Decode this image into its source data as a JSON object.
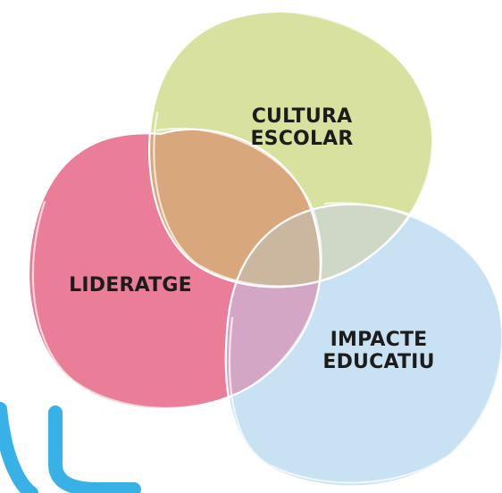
{
  "diagram": {
    "type": "venn",
    "circles": [
      {
        "id": "cultura",
        "lines": [
          "CULTURA",
          "ESCOLAR"
        ],
        "fill": "#d8e29e"
      },
      {
        "id": "lideratge",
        "lines": [
          "LIDERATGE"
        ],
        "fill": "#ea7d97"
      },
      {
        "id": "impacte",
        "lines": [
          "IMPACTE",
          "EDUCATIU"
        ],
        "fill": "#c8e2f3"
      }
    ],
    "overlap_colors": {
      "lideratge_cultura": "#d9a77c",
      "lideratge_impacte": "#d4a6c6",
      "cultura_impacte": "#cfd8c6",
      "all": "#cbb7a0"
    },
    "outline_color": "#ffffff",
    "logo_fragment_color": "#38b2e6"
  }
}
